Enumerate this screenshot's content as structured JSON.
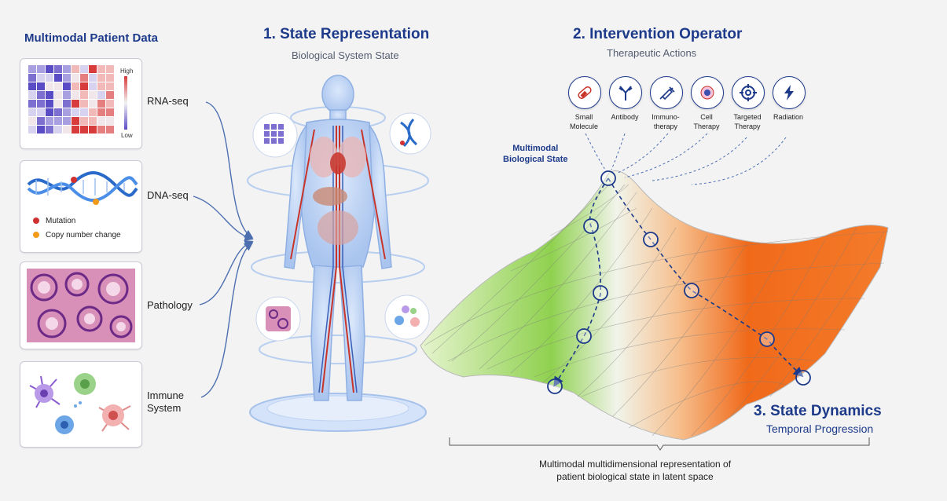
{
  "left": {
    "title": "Multimodal Patient Data",
    "heatmap_high": "High",
    "heatmap_low": "Low",
    "mutation_legend": "Mutation",
    "copy_legend": "Copy number change",
    "labels": [
      "RNA-seq",
      "DNA-seq",
      "Pathology",
      "Immune\nSystem"
    ]
  },
  "section1": {
    "title": "1. State Representation",
    "subtitle": "Biological System State"
  },
  "section2": {
    "title": "2. Intervention Operator",
    "subtitle": "Therapeutic Actions",
    "tools": [
      {
        "label": "Small\nMolecule",
        "icon": "pill-icon"
      },
      {
        "label": "Antibody",
        "icon": "antibody-icon"
      },
      {
        "label": "Immuno-\ntherapy",
        "icon": "syringe-icon"
      },
      {
        "label": "Cell\nTherapy",
        "icon": "cell-icon"
      },
      {
        "label": "Targeted\nTherapy",
        "icon": "target-icon"
      },
      {
        "label": "Radiation",
        "icon": "lightning-icon"
      }
    ],
    "state_label": "Multimodal\nBiological State"
  },
  "section3": {
    "title": "3. State Dynamics",
    "subtitle": "Temporal Progression"
  },
  "caption": {
    "line1": "Multimodal multidimensional representation of",
    "line2": "patient biological state in latent space"
  },
  "colors": {
    "accent": "#1d3a8a",
    "healthy": "#8fd14f",
    "disease": "#f06a1a",
    "vessel_red": "#c8342a"
  }
}
